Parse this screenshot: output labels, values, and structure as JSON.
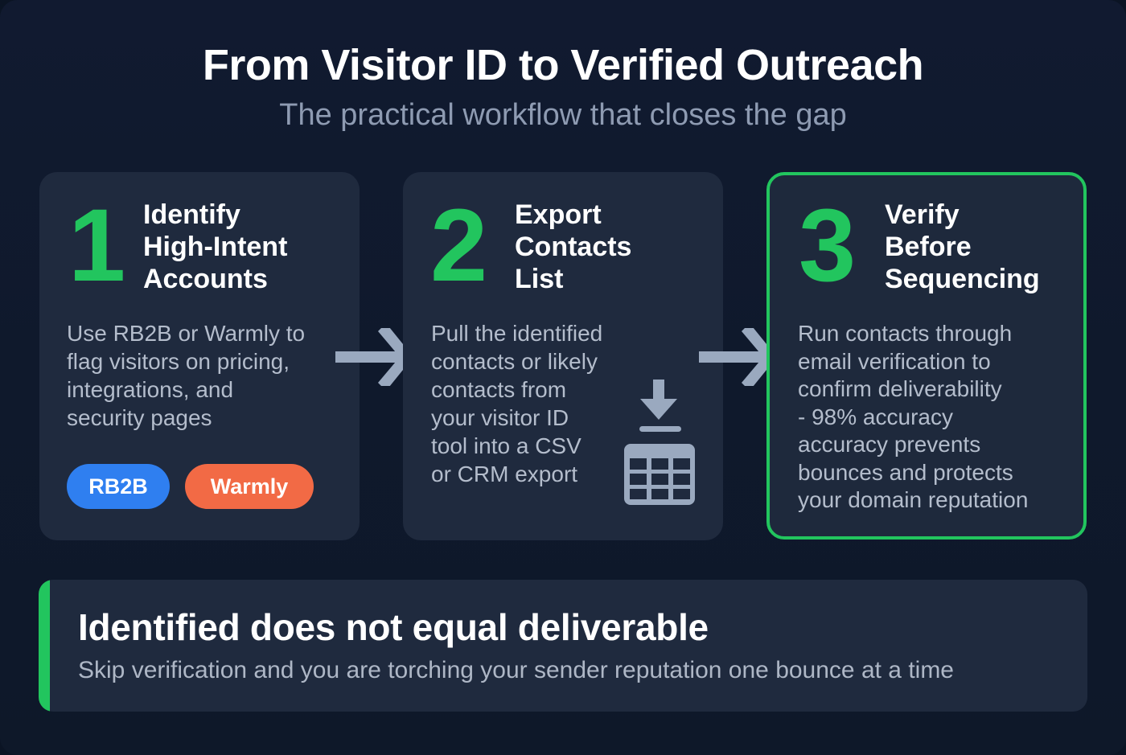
{
  "header": {
    "title": "From Visitor ID to Verified Outreach",
    "subtitle": "The practical workflow that closes the gap"
  },
  "colors": {
    "background": "#0f192c",
    "card": "#1f2a3e",
    "accent_green": "#22c55e",
    "rb2b_blue": "#2f7ff0",
    "warmly_orange": "#f26a45",
    "arrow_gray": "#9aa9bf"
  },
  "steps": [
    {
      "number": "1",
      "title_lines": [
        "Identify",
        "High-Intent",
        "Accounts"
      ],
      "body_lines": [
        "Use RB2B or Warmly to",
        "flag visitors on pricing,",
        "integrations, and",
        "security pages"
      ],
      "badges": [
        {
          "label": "RB2B",
          "color": "#2f7ff0"
        },
        {
          "label": "Warmly",
          "color": "#f26a45"
        }
      ]
    },
    {
      "number": "2",
      "title_lines": [
        "Export",
        "Contacts",
        "List"
      ],
      "body_lines": [
        "Pull the identified",
        "contacts or likely",
        "contacts from",
        "your visitor ID",
        "tool into a CSV",
        "or CRM export"
      ],
      "icon": "download-table-icon"
    },
    {
      "number": "3",
      "title_lines": [
        "Verify",
        "Before",
        "Sequencing"
      ],
      "body_lines": [
        "Run contacts through",
        "email verification to",
        "confirm deliverability",
        "- 98% accuracy",
        "accuracy prevents",
        "bounces and protects",
        "your domain reputation"
      ],
      "highlighted": true
    }
  ],
  "connectors": [
    {
      "icon": "arrow-right-icon",
      "from": "1",
      "to": "2"
    },
    {
      "icon": "arrow-right-icon",
      "from": "2",
      "to": "3"
    }
  ],
  "banner": {
    "title": "Identified does not equal deliverable",
    "subtitle": "Skip verification and you are torching your sender reputation one bounce at a time"
  }
}
